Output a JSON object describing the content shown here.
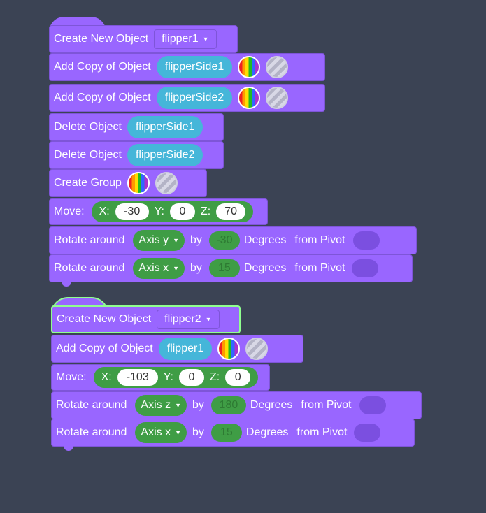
{
  "stack1": {
    "create": {
      "label": "Create New Object",
      "name": "flipper1"
    },
    "add_copy_1": {
      "label": "Add Copy of Object",
      "object": "flipperSide1"
    },
    "add_copy_2": {
      "label": "Add Copy of Object",
      "object": "flipperSide2"
    },
    "delete_1": {
      "label": "Delete Object",
      "object": "flipperSide1"
    },
    "delete_2": {
      "label": "Delete Object",
      "object": "flipperSide2"
    },
    "group": {
      "label": "Create Group"
    },
    "move": {
      "label": "Move:",
      "x_label": "X:",
      "x": "-30",
      "y_label": "Y:",
      "y": "0",
      "z_label": "Z:",
      "z": "70"
    },
    "rotate_1": {
      "label": "Rotate around",
      "axis": "Axis y",
      "by": "by",
      "degrees": "-30",
      "deg_label": "Degrees",
      "pivot": "from Pivot"
    },
    "rotate_2": {
      "label": "Rotate around",
      "axis": "Axis x",
      "by": "by",
      "degrees": "15",
      "deg_label": "Degrees",
      "pivot": "from Pivot"
    }
  },
  "stack2": {
    "create": {
      "label": "Create New Object",
      "name": "flipper2"
    },
    "add_copy": {
      "label": "Add Copy of Object",
      "object": "flipper1"
    },
    "move": {
      "label": "Move:",
      "x_label": "X:",
      "x": "-103",
      "y_label": "Y:",
      "y": "0",
      "z_label": "Z:",
      "z": "0"
    },
    "rotate_1": {
      "label": "Rotate around",
      "axis": "Axis z",
      "by": "by",
      "degrees": "180",
      "deg_label": "Degrees",
      "pivot": "from Pivot"
    },
    "rotate_2": {
      "label": "Rotate around",
      "axis": "Axis x",
      "by": "by",
      "degrees": "15",
      "deg_label": "Degrees",
      "pivot": "from Pivot"
    }
  },
  "colors": {
    "block": "#9966ff",
    "object_pill": "#45b6d9",
    "number_pill": "#3f9d45",
    "background": "#3b4354",
    "selected_outline": "#8fff8f"
  },
  "icons": {
    "color_picker": "rainbow-color-icon",
    "texture_picker": "striped-texture-icon",
    "dropdown": "caret-down-icon"
  }
}
